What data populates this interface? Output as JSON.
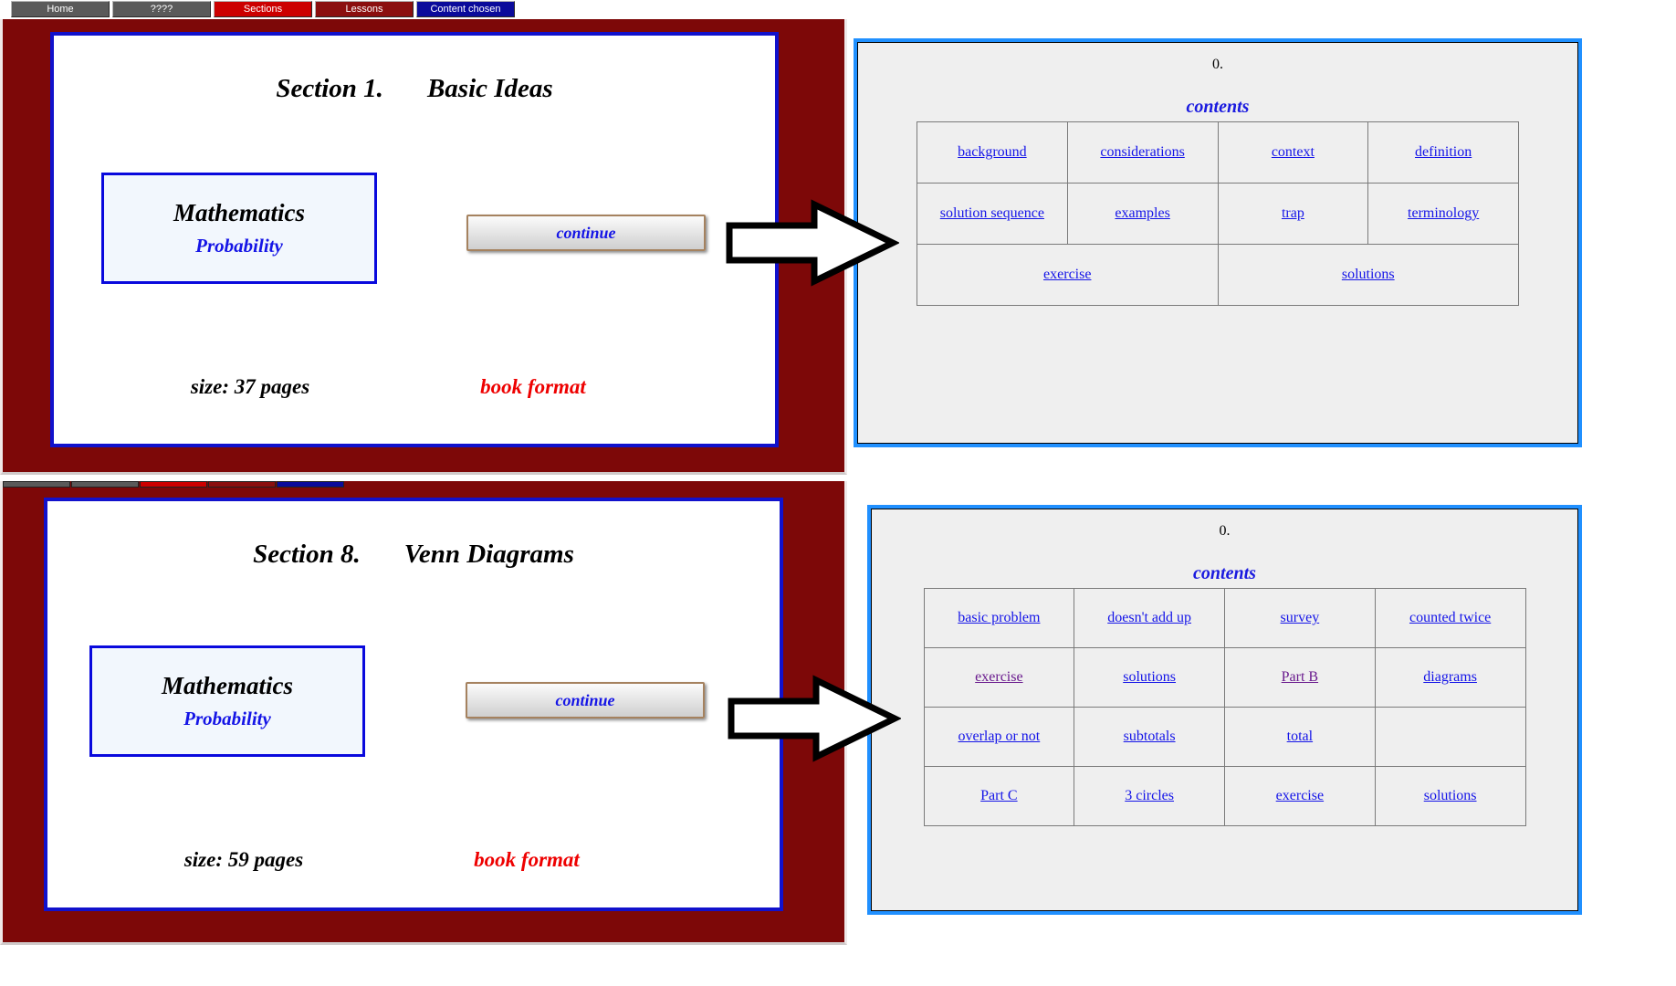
{
  "nav": {
    "items": [
      {
        "label": "Home"
      },
      {
        "label": "????"
      },
      {
        "label": "Sections"
      },
      {
        "label": "Lessons"
      },
      {
        "label": "Content chosen"
      }
    ]
  },
  "colors": {
    "nav_gray": "#5a5a5a",
    "nav_red": "#cc0000",
    "nav_maroon": "#8b0f0f",
    "nav_navy": "#0b0b9b",
    "window_background": "#7d0808",
    "card_border_blue": "#1111cc",
    "panel_border_blue": "#2090ff",
    "panel_background": "#efefef",
    "link_blue": "#1414e8",
    "link_visited_purple": "#6a1b8e",
    "format_red": "#ee0000",
    "text_blue": "#1515e6"
  },
  "windows": [
    {
      "section_label": "Section 1.",
      "section_name": "Basic Ideas",
      "subject": "Mathematics",
      "topic": "Probability",
      "continue_label": "continue",
      "size_text": "size: 37 pages",
      "format_text": "book format"
    },
    {
      "section_label": "Section 8.",
      "section_name": "Venn Diagrams",
      "subject": "Mathematics",
      "topic": "Probability",
      "continue_label": "continue",
      "size_text": "size: 59 pages",
      "format_text": "book format"
    }
  ],
  "panels": [
    {
      "page_number": "0.",
      "heading": "contents",
      "rows": [
        [
          "background",
          "considerations",
          "context",
          "definition"
        ],
        [
          "solution sequence",
          "examples",
          "trap",
          "terminology"
        ],
        [
          "exercise",
          "solutions"
        ]
      ]
    },
    {
      "page_number": "0.",
      "heading": "contents",
      "rows": [
        [
          "basic problem",
          "doesn't add up",
          "survey",
          "counted twice"
        ],
        [
          "exercise",
          "solutions",
          "Part B",
          "diagrams"
        ],
        [
          "overlap or not",
          "subtotals",
          "total",
          ""
        ],
        [
          "Part C",
          "3 circles",
          "exercise",
          "solutions"
        ]
      ]
    }
  ]
}
